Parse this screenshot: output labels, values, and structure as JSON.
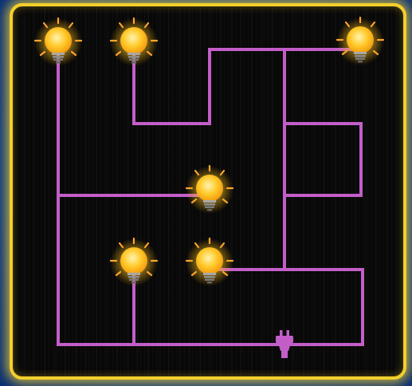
{
  "game": {
    "name": "",
    "bulb_count": 6,
    "bulbs_lit": 6,
    "state": "all-lit",
    "colors": {
      "background": "#0d3d8c",
      "board_frame": "#f2cf2c",
      "board_fill": "#080808",
      "wire": "#c35ec9",
      "bulb_glow": "#ffc928",
      "bulb_base": "#9a9a9a"
    },
    "icons": {
      "bulb": "lightbulb-icon",
      "plug": "power-plug-icon"
    }
  }
}
